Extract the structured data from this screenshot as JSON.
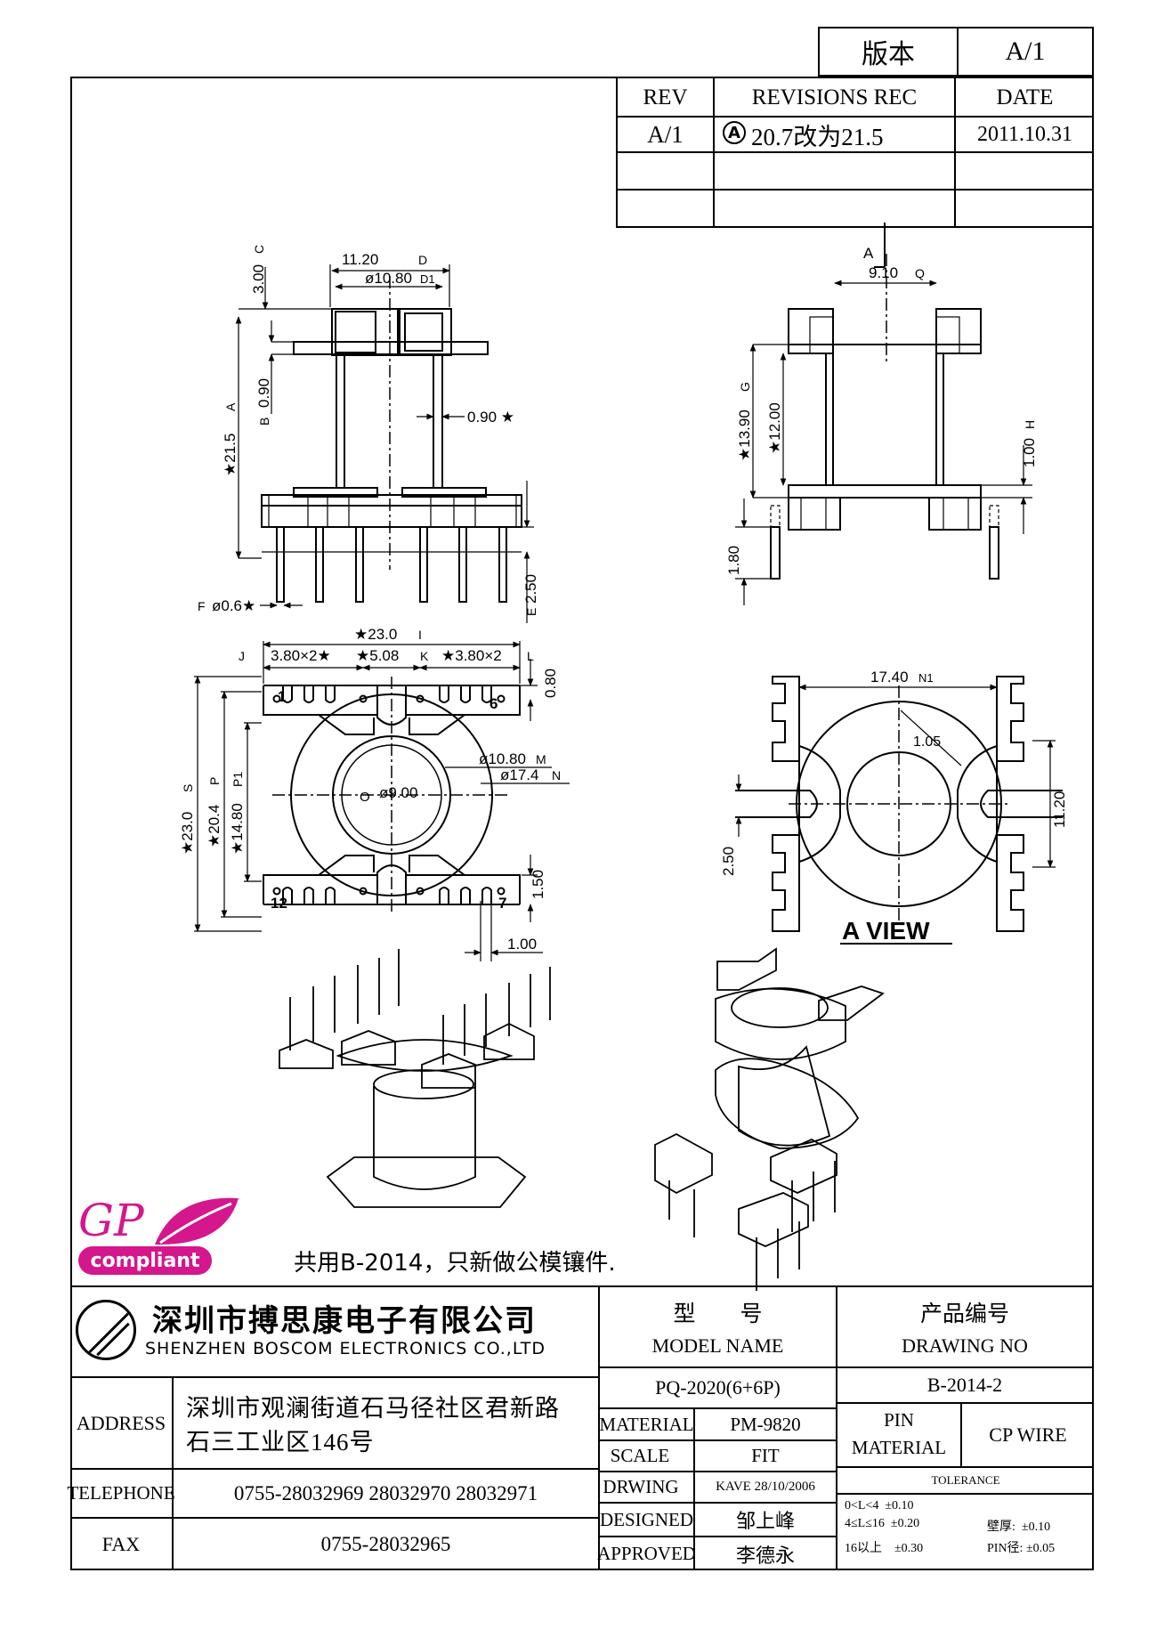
{
  "version_box": {
    "label": "版本",
    "value": "A/1"
  },
  "revisions": {
    "headers": {
      "rev": "REV",
      "rec": "REVISIONS REC",
      "date": "DATE"
    },
    "row1": {
      "rev": "A/1",
      "marker": "A",
      "rec": "20.7改为21.5",
      "date": "2011.10.31"
    }
  },
  "view1": {
    "d_top": "11.20",
    "d_top_ref": "D",
    "d_inner": "ø10.80",
    "d_inner_ref": "D1",
    "h_top": "3.00",
    "h_top_ref": "C",
    "h_total": "★21.5",
    "h_total_ref": "A",
    "h_flange": "0.90",
    "h_flange_ref": "B",
    "wall": "0.90 ★",
    "pin_d": "ø0.6★",
    "pin_d_ref": "F",
    "pin_len": "2.50",
    "pin_len_ref": "E"
  },
  "view2": {
    "arrow": "A",
    "width": "9.10",
    "width_ref": "Q",
    "h1": "★13.90",
    "h1_ref": "G",
    "h2": "★12.00",
    "h3": "1.00",
    "h3_ref": "H",
    "h4": "1.80"
  },
  "view3": {
    "w_total": "★23.0",
    "w_total_ref": "I",
    "w_left": "3.80×2★",
    "w_left_ref": "J",
    "w_mid": "★5.08",
    "w_mid_ref": "K",
    "w_right": "★3.80×2",
    "w_right_ref": "L",
    "h_slot": "0.80",
    "d_outer": "ø10.80",
    "d_outer_ref": "M",
    "d_flange": "ø17.4",
    "d_flange_ref": "N",
    "d_hole": "ø9.00",
    "d_hole_ref": "O",
    "h_total": "★23.0",
    "h_total_ref": "S",
    "h_mid": "★20.4",
    "h_mid_ref": "P",
    "h_inner": "★14.80",
    "h_inner_ref": "P1",
    "h_bottom": "1.50",
    "w_bottom": "1.00",
    "pin1": "1",
    "pin6": "6",
    "pin12": "12",
    "pin7": "7"
  },
  "view4": {
    "width": "17.40",
    "width_ref": "N1",
    "r": "1.05",
    "height": "11.20",
    "slot": "2.50",
    "caption": "A VIEW"
  },
  "note": "共用B-2014，只新做公模镶件.",
  "logo": {
    "gp": "GP",
    "compliant": "compliant"
  },
  "company": {
    "cn": "深圳市搏思康电子有限公司",
    "en": "SHENZHEN BOSCOM ELECTRONICS CO.,LTD"
  },
  "address": {
    "label": "ADDRESS",
    "line1": "深圳市观澜街道石马径社区君新路",
    "line2": "石三工业区146号"
  },
  "telephone": {
    "label": "TELEPHONE",
    "value": "0755-28032969 28032970 28032971"
  },
  "fax": {
    "label": "FAX",
    "value": "0755-28032965"
  },
  "model": {
    "label_cn": "型　　号",
    "label_en": "MODEL NAME",
    "value": "PQ-2020(6+6P)"
  },
  "drawing": {
    "label_cn": "产品编号",
    "label_en": "DRAWING NO",
    "value": "B-2014-2"
  },
  "material": {
    "label": "MATERIAL",
    "value": "PM-9820"
  },
  "scale": {
    "label": "SCALE",
    "value": "FIT"
  },
  "drwing": {
    "label": "DRWING",
    "value": "KAVE 28/10/2006"
  },
  "designed": {
    "label": "DESIGNED",
    "value": "邹上峰"
  },
  "approved": {
    "label": "APPROVED",
    "value": "李德永"
  },
  "pin_material": {
    "label1": "PIN",
    "label2": "MATERIAL",
    "value": "CP WIRE"
  },
  "tolerance": {
    "title": "TOLERANCE",
    "r1": "0<L<4  ±0.10",
    "r2": "4≤L≤16  ±0.20",
    "r3": "16以上    ±0.30",
    "wall": "壁厚:  ±0.10",
    "pin": "PIN径: ±0.05"
  },
  "colors": {
    "logo_magenta": "#d4178c"
  }
}
